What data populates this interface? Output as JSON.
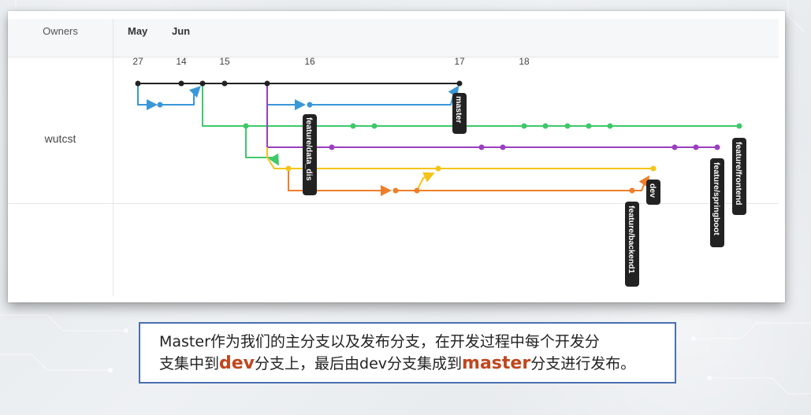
{
  "owners_header": "Owners",
  "months": [
    "May",
    "Jun"
  ],
  "days": [
    "27",
    "14",
    "15",
    "16",
    "17",
    "18"
  ],
  "owner": "wutcst",
  "branch_labels": {
    "master": "master",
    "feature_data_dis": "feature/data_dis",
    "dev": "dev",
    "feature_backend1": "feature/backend1",
    "feature_springboot": "feature/springboot",
    "feature_frontend": "feature/frontend"
  },
  "colors": {
    "master": "#222222",
    "blue": "#3a97d8",
    "green": "#3ec96a",
    "purple": "#9b3fbf",
    "yellow": "#f5c419",
    "orange": "#ef7e2a",
    "caption_border": "#4a6fb0",
    "highlight": "#c0461e"
  },
  "caption": {
    "line1": "Master作为我们的主分支以及发布分支，在开发过程中每个开发分",
    "line2_part1": "支集中到",
    "line2_dev": "dev",
    "line2_part2": "分支上，最后由dev分支集成到",
    "line2_master": "master",
    "line2_part3": "分支进行发布。"
  }
}
